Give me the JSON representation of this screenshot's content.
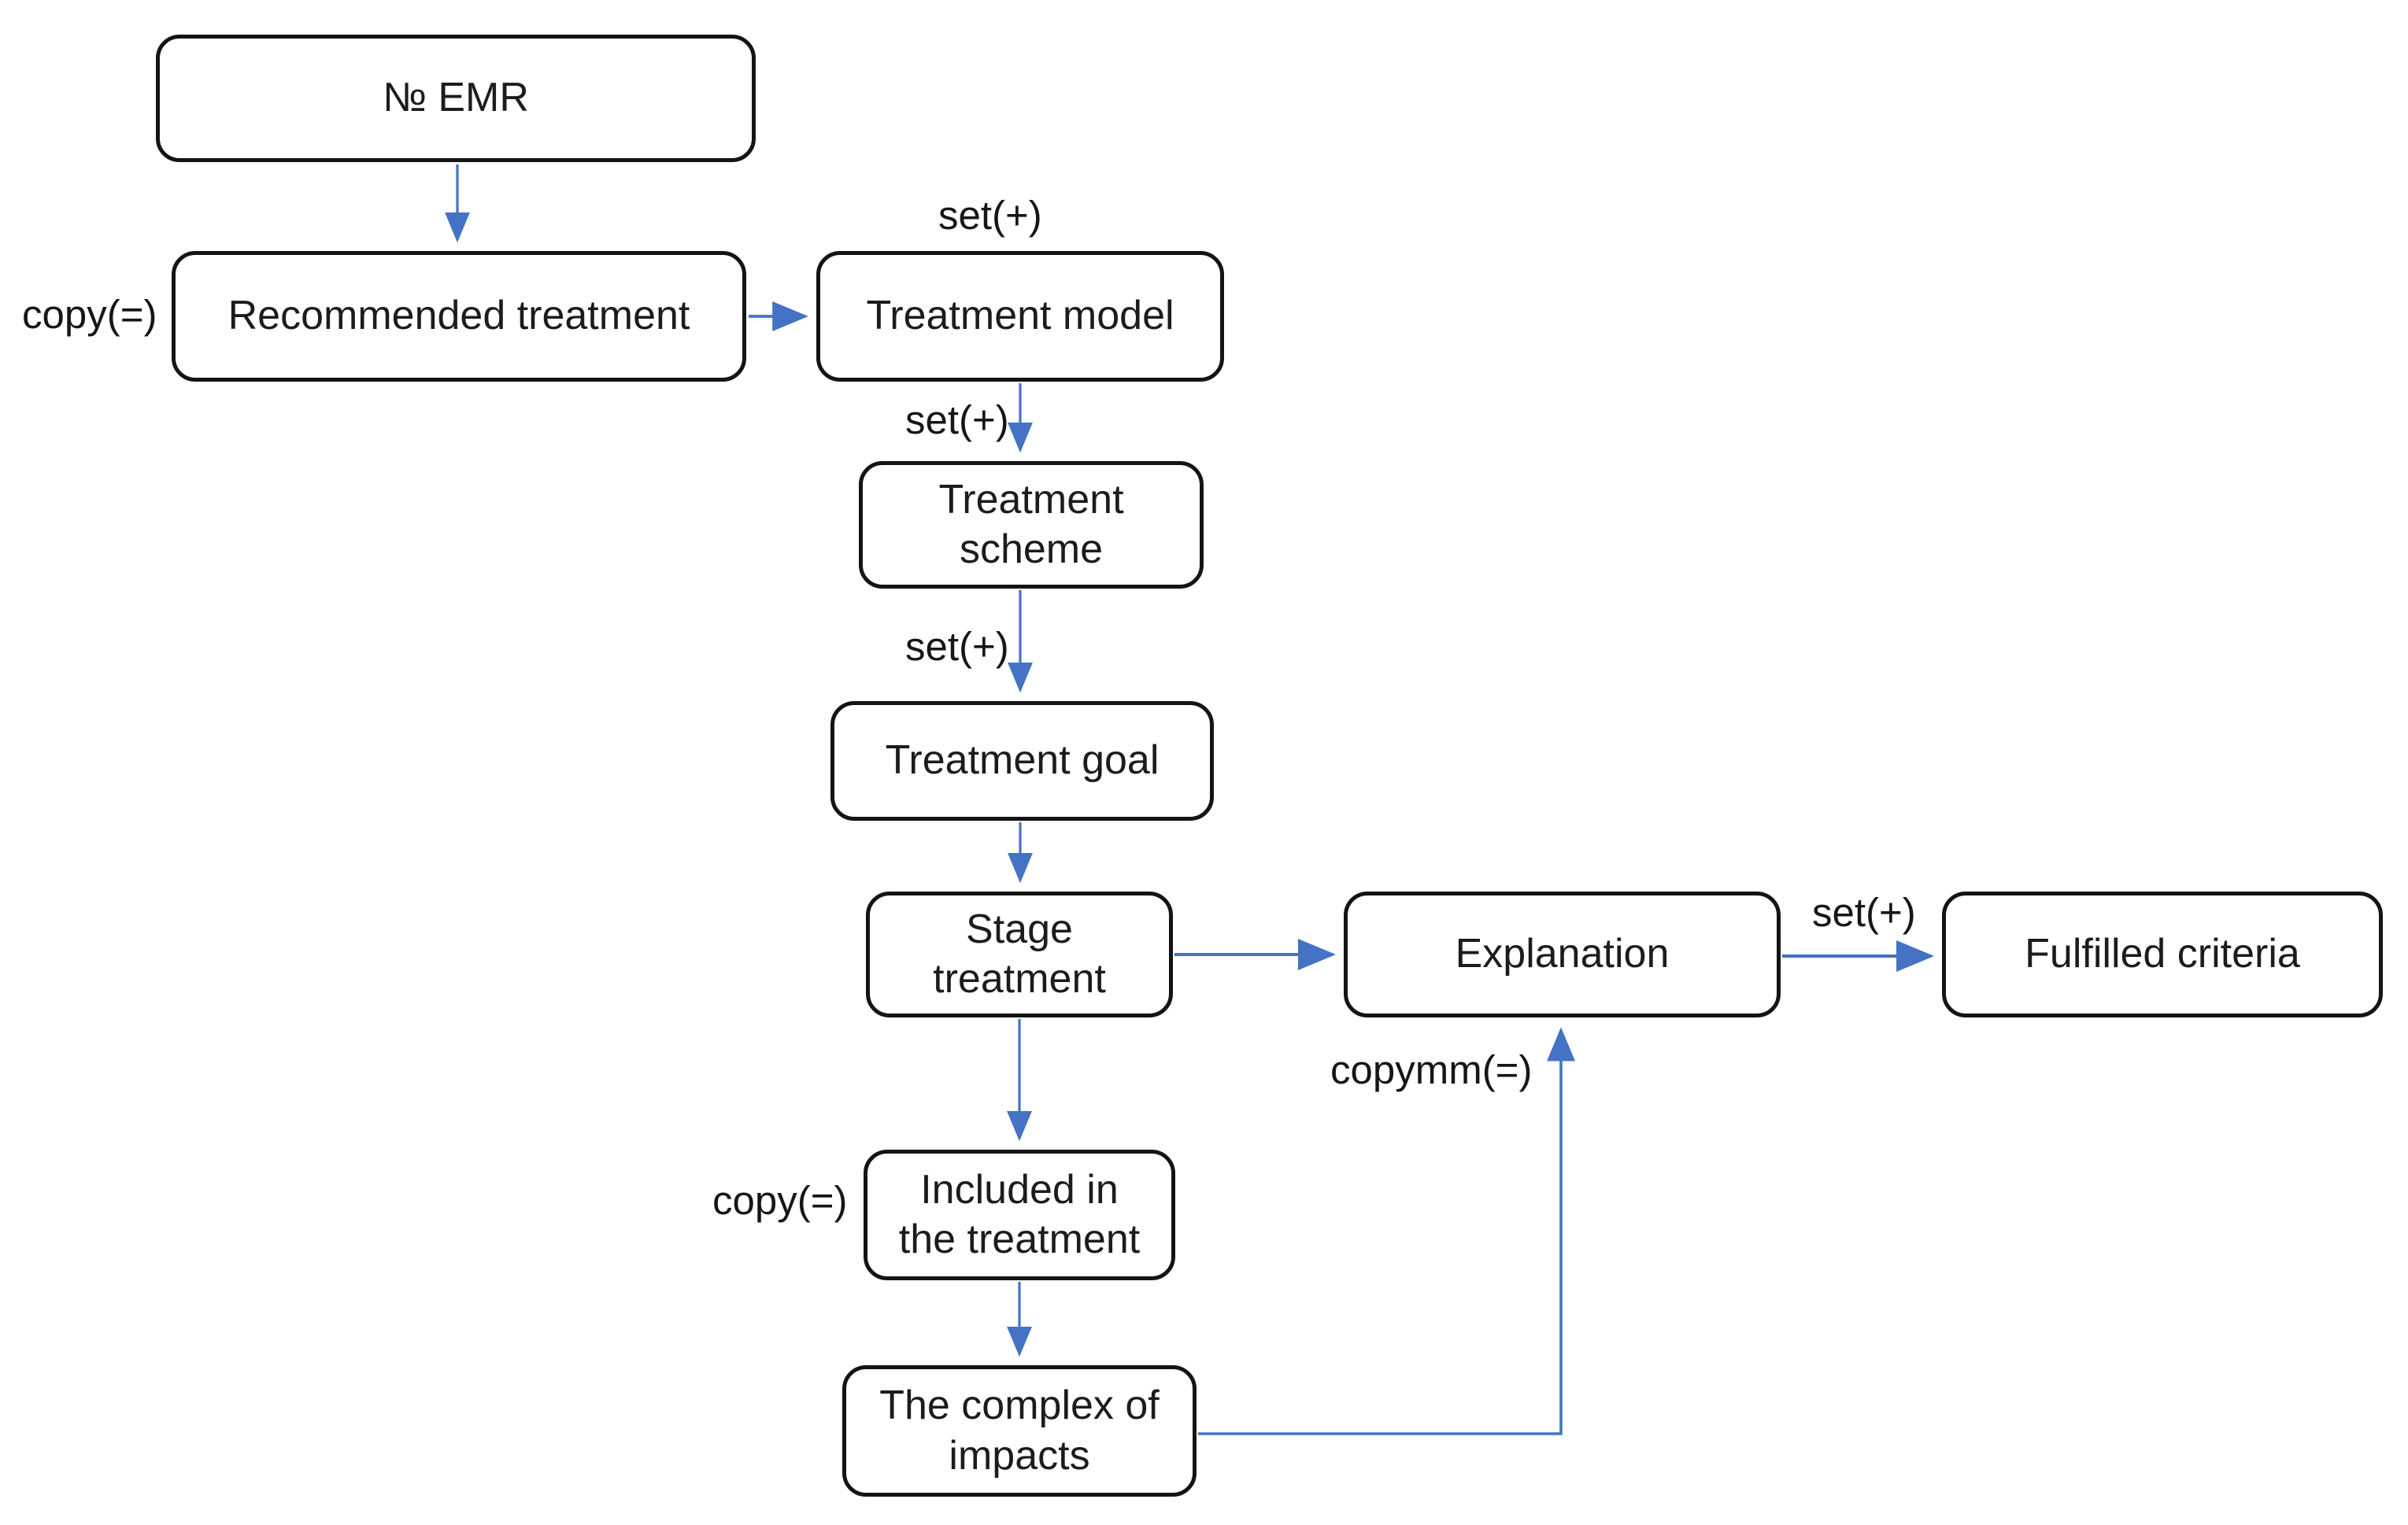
{
  "diagram": {
    "background_color": "#ffffff",
    "node_fill_color": "#ffffff",
    "node_border_color": "#141414",
    "arrow_color": "#4472c4",
    "nodes": [
      {
        "id": "emr",
        "lines": [
          "№ EMR"
        ]
      },
      {
        "id": "recommended-treatment",
        "lines": [
          "Recommended treatment"
        ]
      },
      {
        "id": "treatment-model",
        "lines": [
          "Treatment model"
        ]
      },
      {
        "id": "treatment-scheme",
        "lines": [
          "Treatment",
          "scheme"
        ]
      },
      {
        "id": "treatment-goal",
        "lines": [
          "Treatment goal"
        ]
      },
      {
        "id": "stage-treatment",
        "lines": [
          "Stage",
          "treatment"
        ]
      },
      {
        "id": "explanation",
        "lines": [
          "Explanation"
        ]
      },
      {
        "id": "fulfilled-criteria",
        "lines": [
          "Fulfilled criteria"
        ]
      },
      {
        "id": "included-in-treatment",
        "lines": [
          "Included in",
          "the treatment"
        ]
      },
      {
        "id": "complex-of-impacts",
        "lines": [
          "The complex of",
          "impacts"
        ]
      }
    ],
    "edge_labels": [
      {
        "id": "copy-left",
        "text": "copy(=)"
      },
      {
        "id": "set-above-model",
        "text": "set(+)"
      },
      {
        "id": "set-model-scheme",
        "text": "set(+)"
      },
      {
        "id": "set-scheme-goal",
        "text": "set(+)"
      },
      {
        "id": "set-explanation-fulfilled",
        "text": "set(+)"
      },
      {
        "id": "copymm",
        "text": "copymm(=)"
      },
      {
        "id": "copy-included",
        "text": "copy(=)"
      }
    ]
  }
}
